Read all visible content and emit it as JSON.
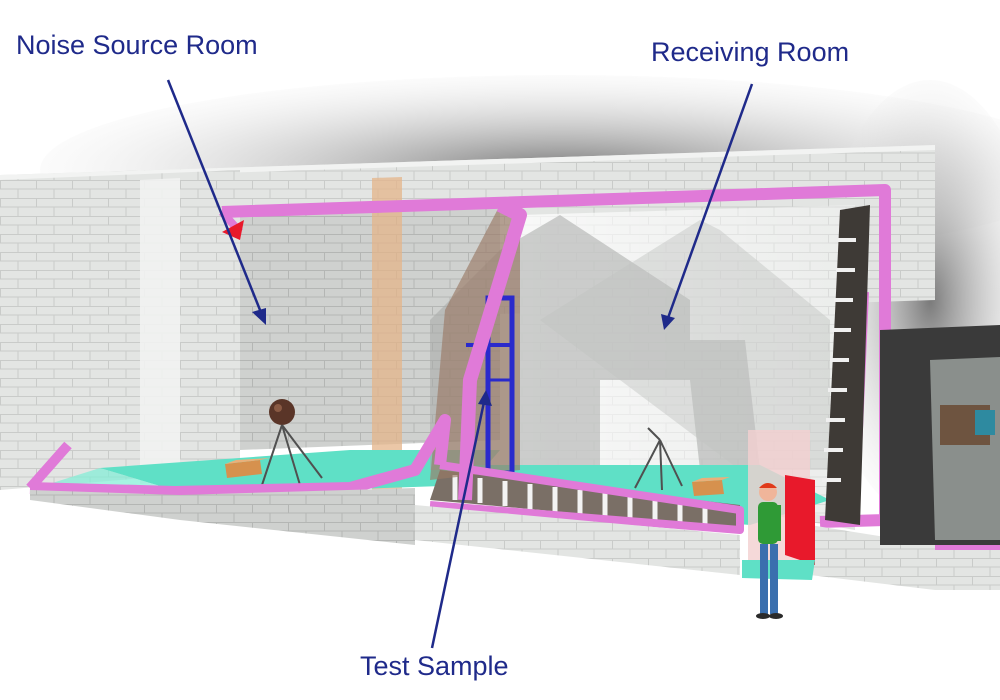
{
  "labels": {
    "noise_source_room": "Noise Source Room",
    "receiving_room": "Receiving Room",
    "test_sample": "Test Sample"
  },
  "colors": {
    "label_text": "#1f2a8a",
    "leader_line": "#1f2a8a",
    "insulation_frame": "#e07ad8",
    "floor": "#5fe0c6",
    "block_wall": "#e6e8e6",
    "test_frame": "#2a2acc",
    "door": "#e8192b",
    "column": "#e4b48a"
  },
  "icons": {
    "speaker": "speaker-icon",
    "microphone_tripod": "microphone-icon",
    "person": "person-icon",
    "box": "box-icon"
  }
}
